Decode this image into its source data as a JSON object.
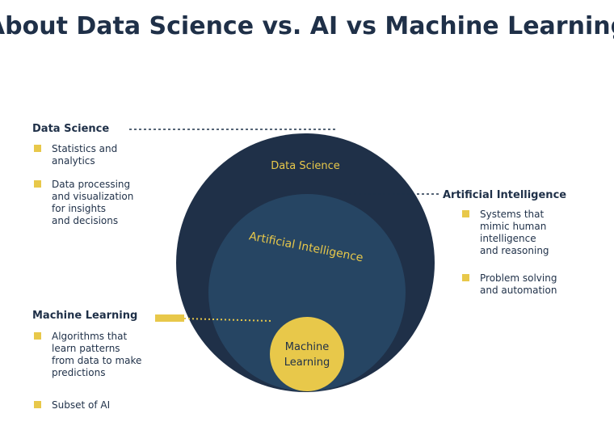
{
  "title": "About Data Science vs. AI vs Machine Learning",
  "diagram": {
    "data_science": "Data Science",
    "artificial_intelligence": "Artificial Intelligence",
    "machine_learning_line1": "Machine",
    "machine_learning_line2": "Learning"
  },
  "colors": {
    "navy_dark": "#1f3048",
    "navy_mid": "#264563",
    "accent_yellow": "#e8c84a",
    "text_dark": "#1f3048"
  },
  "left_panel_top": {
    "heading": "Data Science",
    "items": [
      {
        "lines": [
          "Statistics and",
          "analytics"
        ]
      },
      {
        "lines": [
          "Data processing",
          "and visualization",
          "for insights",
          "and decisions"
        ]
      }
    ]
  },
  "right_panel": {
    "heading": "Artificial Intelligence",
    "items": [
      {
        "lines": [
          "Systems that",
          "mimic human",
          "intelligence",
          "and reasoning"
        ]
      },
      {
        "lines": [
          "Problem solving",
          "and automation"
        ]
      }
    ]
  },
  "left_panel_bottom": {
    "heading": "Machine Learning",
    "items": [
      {
        "lines": [
          "Algorithms that",
          "learn patterns",
          "from data to make",
          "predictions"
        ]
      },
      {
        "lines": [
          "Subset of AI"
        ]
      }
    ]
  }
}
